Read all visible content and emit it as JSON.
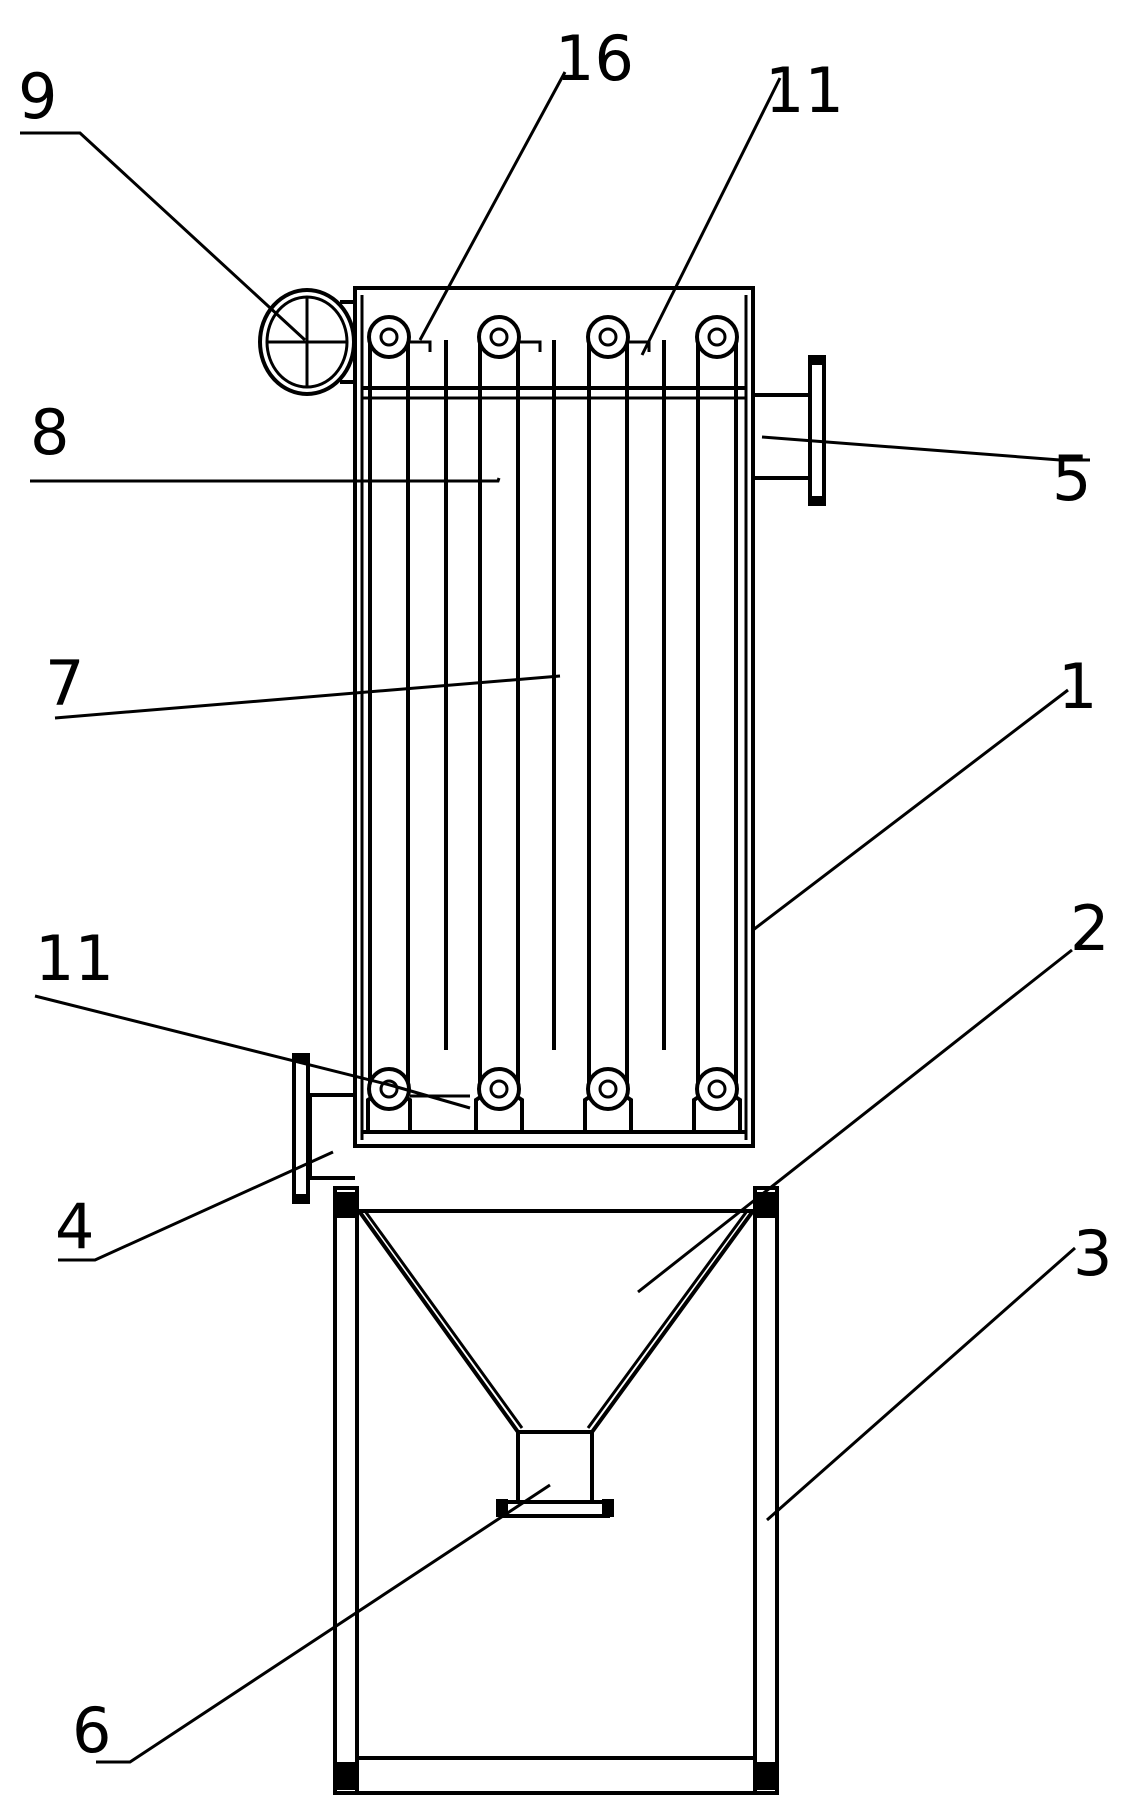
{
  "callouts": {
    "c9": "9",
    "c16": "16",
    "c11_top": "11",
    "c8": "8",
    "c5": "5",
    "c7": "7",
    "c1": "1",
    "c2": "2",
    "c11_bottom": "11",
    "c4": "4",
    "c3": "3",
    "c6": "6"
  },
  "colors": {
    "line": "#000000",
    "background": "#ffffff"
  }
}
